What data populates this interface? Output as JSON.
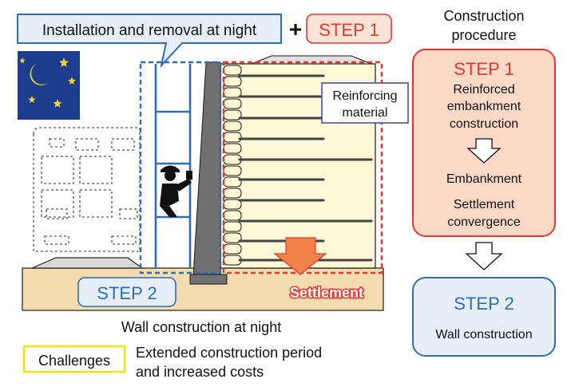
{
  "diagram": {
    "callout_title": "Installation and removal at night",
    "plus_sign": "+",
    "step1_tag": "STEP 1",
    "reinforcing_label_line1": "Reinforcing",
    "reinforcing_label_line2": "material",
    "step2_tag": "STEP 2",
    "settlement_label": "Settlement",
    "wall_caption": "Wall construction at night",
    "challenges_label": "Challenges",
    "challenges_text_line1": "Extended construction period",
    "challenges_text_line2": "and increased costs"
  },
  "procedure": {
    "title_line1": "Construction",
    "title_line2": "procedure",
    "step1": {
      "title": "STEP 1",
      "line1": "Reinforced",
      "line2": "embankment",
      "line3": "construction",
      "line4": "Embankment",
      "line5": "Settlement",
      "line6": "convergence"
    },
    "step2": {
      "title": "STEP 2",
      "text": "Wall construction"
    }
  },
  "colors": {
    "step_red": "#e8382e",
    "step1_fill": "#fcd9c6",
    "step2_blue": "#2f6db5",
    "step2_fill": "#e6eef9",
    "ground": "#f5dcae",
    "embankment": "#fff8d6",
    "wall": "#707070",
    "night_sky": "#1d3d8f",
    "challenge_border": "#f2e400"
  }
}
